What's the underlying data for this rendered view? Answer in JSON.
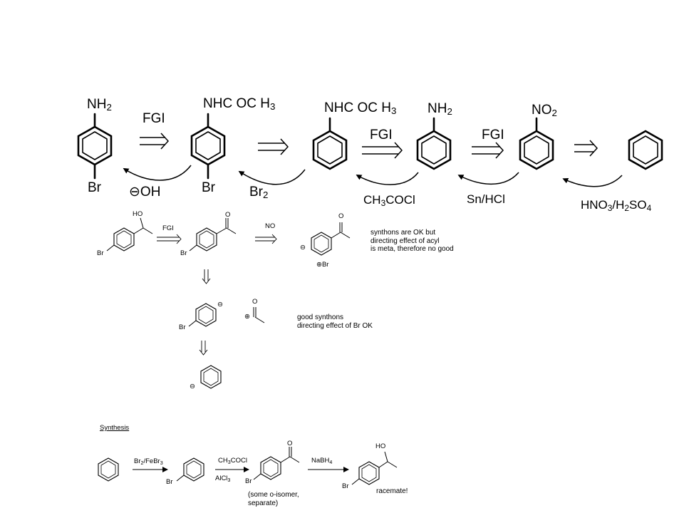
{
  "top": {
    "m1": {
      "top": "NH",
      "top_sub": "2",
      "bottom": "Br"
    },
    "m2": {
      "top": "NHC OC H",
      "top_sub": "3",
      "bottom": "Br"
    },
    "m3": {
      "top": "NHC OC H",
      "top_sub": "3"
    },
    "m4": {
      "top": "NH",
      "top_sub": "2"
    },
    "m5": {
      "top": "NO",
      "top_sub": "2"
    },
    "arrow1_label": "FGI",
    "arrow3_label": "FGI",
    "arrow4_label": "FGI",
    "reagent1_sign": "⊖",
    "reagent1": "OH",
    "reagent2": "Br",
    "reagent2_sub": "2",
    "reagent3_a": "CH",
    "reagent3_sub": "3",
    "reagent3_b": "COCl",
    "reagent4": "Sn/HCl",
    "reagent5_a": "HNO",
    "reagent5_sub1": "3",
    "reagent5_b": "/H",
    "reagent5_sub2": "2",
    "reagent5_c": "SO",
    "reagent5_sub3": "4"
  },
  "mid": {
    "alcohol_oh": "HO",
    "alcohol_br": "Br",
    "fgi": "FGI",
    "ketone_o": "O",
    "ketone_br": "Br",
    "no": "NO",
    "syn1_o": "O",
    "syn1_minus": "⊖",
    "syn1_plus": "⊕",
    "syn1_br": "Br",
    "note1": [
      "synthons are OK but",
      "directing effect of acyl",
      "is meta, therefore no good"
    ],
    "syn2_minus": "⊖",
    "syn2_br": "Br",
    "syn2_plus": "⊕",
    "syn2_o": "O",
    "note2": [
      "good synthons",
      "directing effect of Br OK"
    ],
    "syn3_minus": "⊖"
  },
  "synthesis": {
    "heading": "Synthesis",
    "r1_a": "Br",
    "r1_sub1": "2",
    "r1_b": "/FeBr",
    "r1_sub2": "3",
    "p1_br": "Br",
    "r2_a": "CH",
    "r2_sub": "3",
    "r2_b": "COCl",
    "r2_c": "AlCl",
    "r2_csub": "3",
    "p2_o": "O",
    "p2_br": "Br",
    "p2_note": [
      "(some o-isomer,",
      "separate)"
    ],
    "r3_a": "NaBH",
    "r3_sub": "4",
    "p3_oh": "HO",
    "p3_br": "Br",
    "p3_note": "racemate!"
  }
}
